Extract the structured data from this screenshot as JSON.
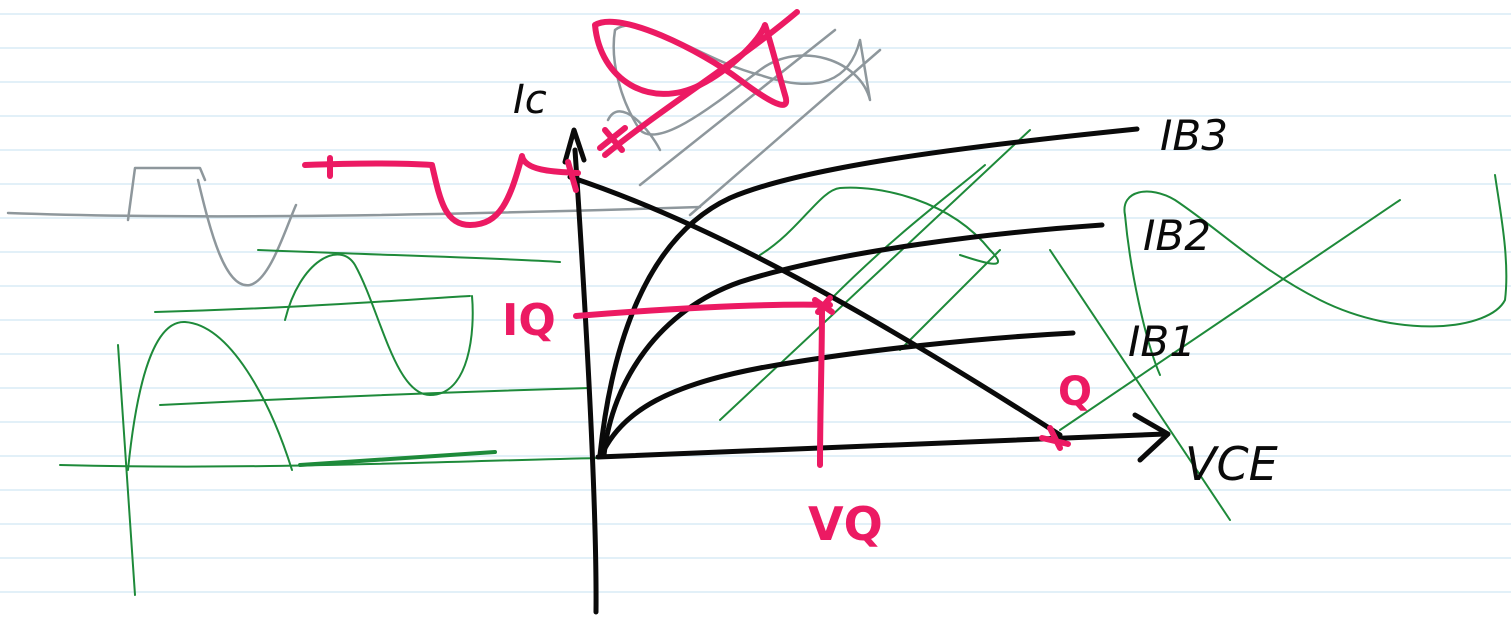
{
  "page": {
    "background": "#ffffff",
    "rule_color": "#d9ecf5"
  },
  "colors": {
    "black_ink": "#0a0a0a",
    "red_ink": "#ec1a63",
    "green_ink": "#1e8a3a",
    "grey_ink": "#8e979c"
  },
  "labels": {
    "y_axis": "Ic",
    "x_axis": "VCE",
    "curve_ib3": "IB3",
    "curve_ib2": "IB2",
    "curve_ib1": "IB1",
    "iq": "IQ",
    "vq": "VQ",
    "q_point": "Q"
  }
}
